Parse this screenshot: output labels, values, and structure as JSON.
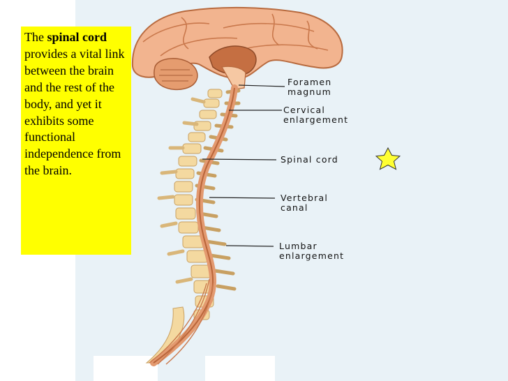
{
  "callout": {
    "prefix": "The ",
    "bold": "spinal cord",
    "rest": " provides a vital link between the brain and the rest of the body, and yet it exhibits some functional independence from the brain."
  },
  "labels": [
    {
      "id": "foramen-magnum",
      "lines": [
        "Foramen",
        "magnum"
      ]
    },
    {
      "id": "cervical-enlargement",
      "lines": [
        "Cervical",
        "enlargement"
      ]
    },
    {
      "id": "spinal-cord",
      "lines": [
        "Spinal cord"
      ]
    },
    {
      "id": "vertebral-canal",
      "lines": [
        "Vertebral",
        "canal"
      ]
    },
    {
      "id": "lumbar-enlargement",
      "lines": [
        "Lumbar",
        "enlargement"
      ]
    }
  ],
  "colors": {
    "callout_bg": "#ffff00",
    "brain": "#f2b48f",
    "brain_dark": "#c9784c",
    "cord": "#e39a70",
    "vertebra": "#f4d9a0",
    "star": "#ffff33"
  },
  "icons": {
    "marker": "star-icon"
  }
}
